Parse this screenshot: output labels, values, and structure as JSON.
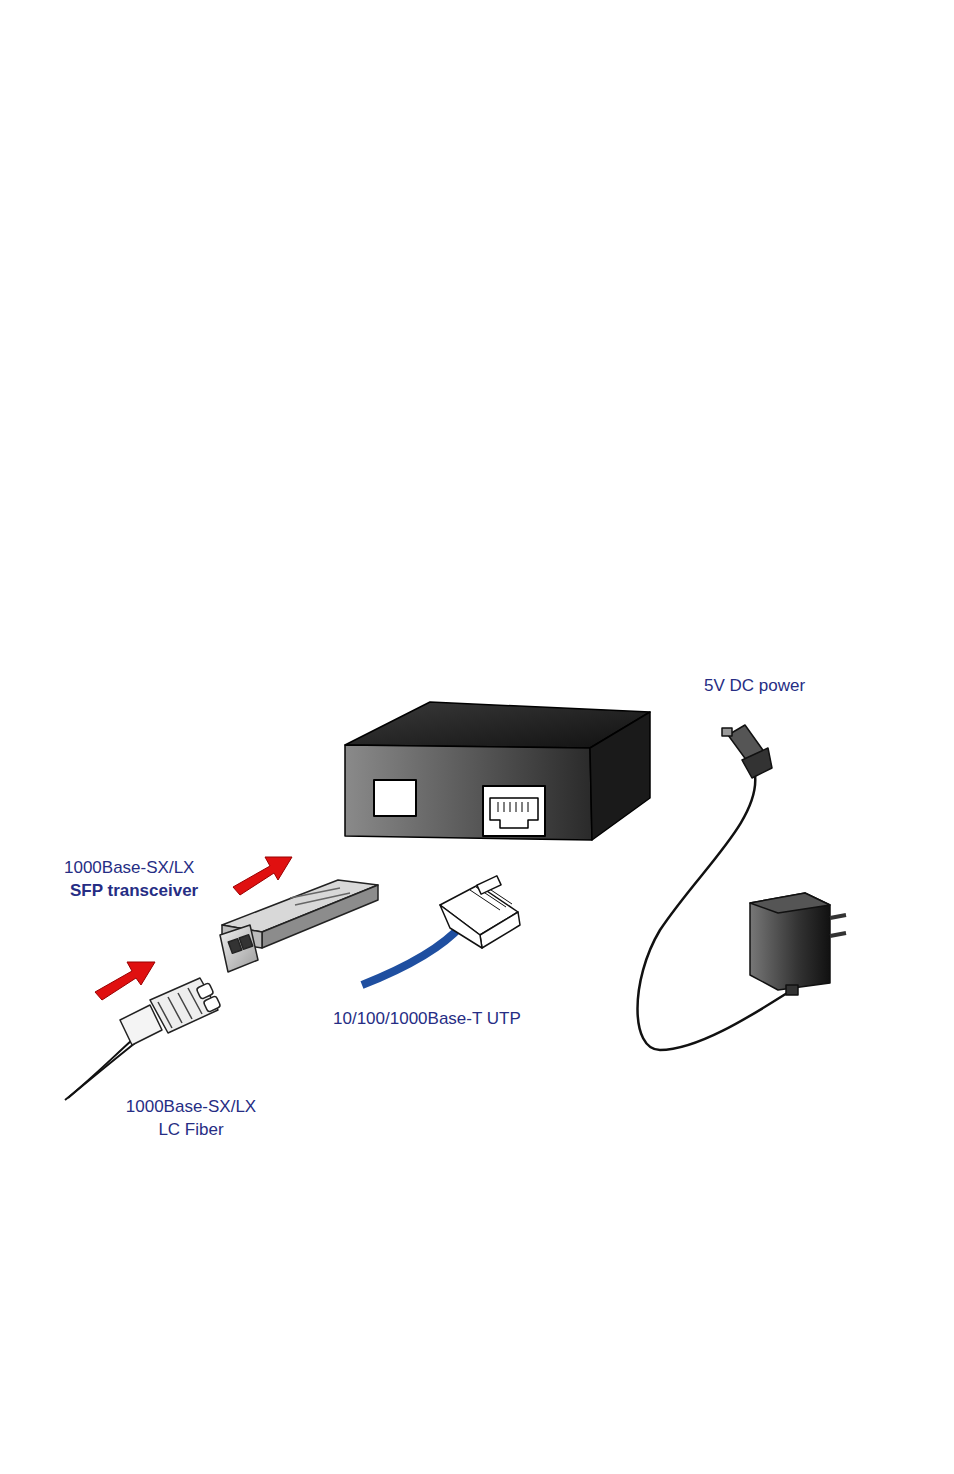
{
  "diagram": {
    "labels": [
      "5V DC power",
      "1000Base-SX/LX",
      "SFP transceiver",
      "10/100/1000Base-T UTP",
      "1000Base-SX/LX LC Fiber"
    ]
  }
}
